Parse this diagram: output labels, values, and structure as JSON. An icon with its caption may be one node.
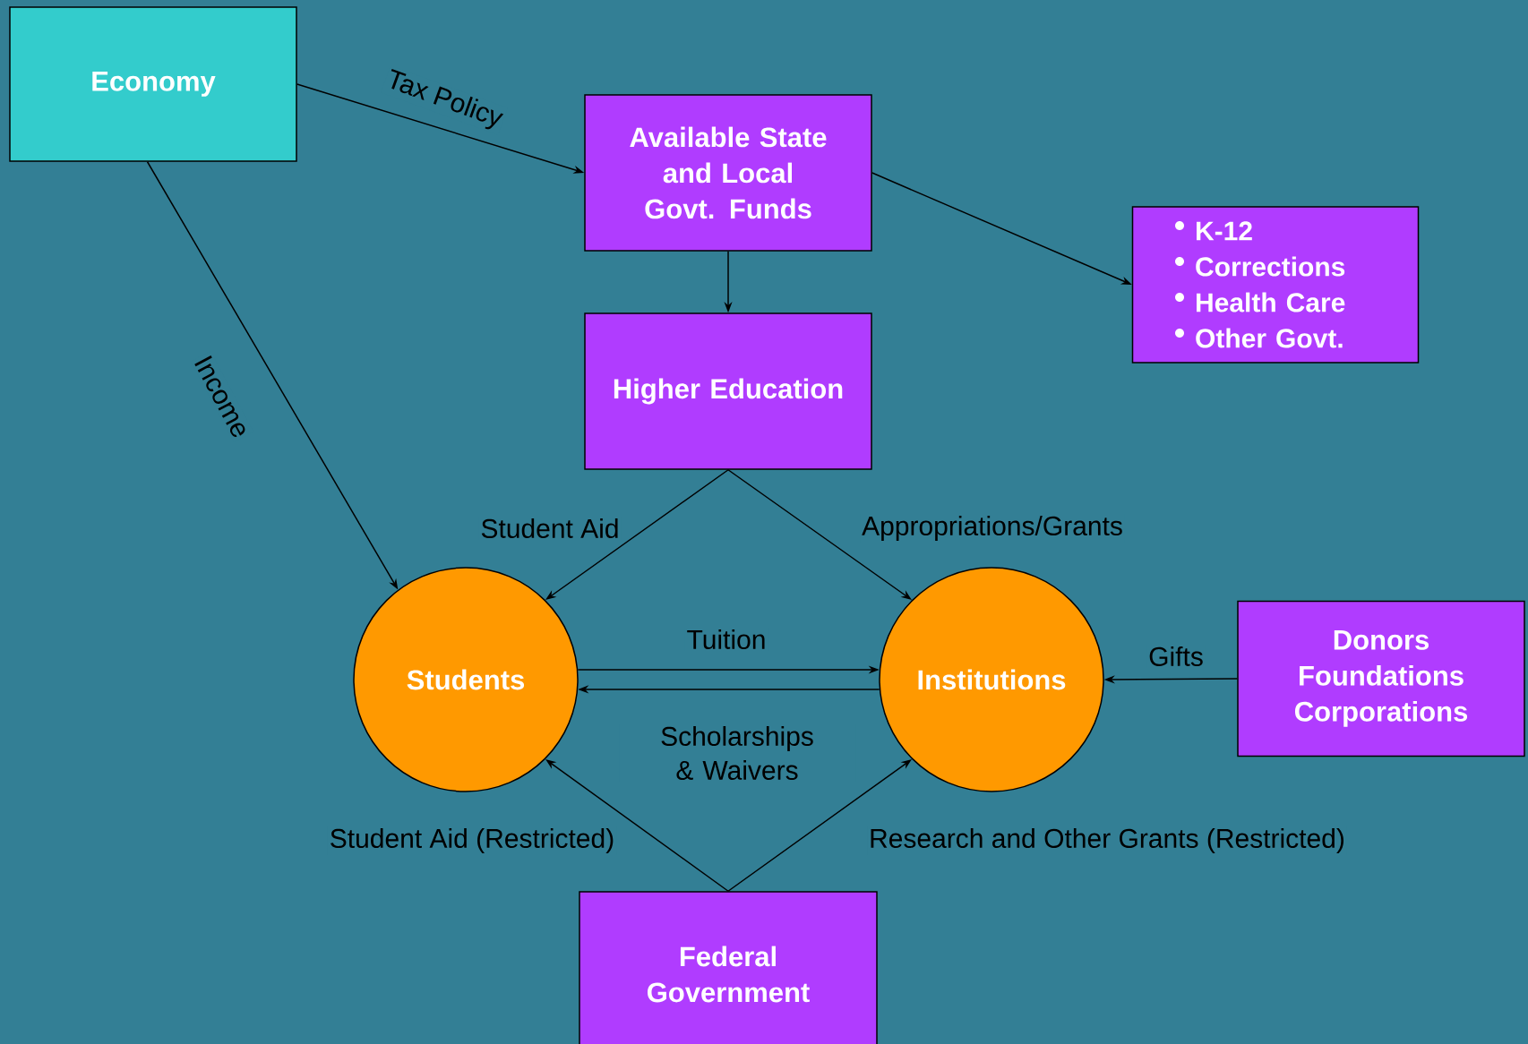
{
  "diagram": {
    "nodes": [
      {
        "text": [
          "Economy"
        ]
      },
      {
        "text": [
          "Available State and Local Govt. Funds"
        ]
      },
      {
        "text": [
          "K-12",
          "Corrections",
          "Health Care",
          "Other Govt."
        ]
      },
      {
        "text": [
          "Higher Education"
        ]
      },
      {
        "text": [
          "Students"
        ]
      },
      {
        "text": [
          "Institutions"
        ]
      },
      {
        "text": [
          "Donors Foundations Corporations"
        ]
      },
      {
        "text": [
          "Federal Government"
        ]
      }
    ],
    "edges": [
      {
        "from": 0,
        "to": 1,
        "arrow": "to",
        "label": "Tax Policy"
      },
      {
        "from": 0,
        "to": 4,
        "arrow": "to",
        "label": "Income"
      },
      {
        "from": 1,
        "to": 3,
        "arrow": "to"
      },
      {
        "from": 1,
        "to": 2,
        "arrow": "to"
      },
      {
        "from": 3,
        "to": 4,
        "arrow": "to",
        "label": "Student Aid"
      },
      {
        "from": 3,
        "to": 5,
        "arrow": "to",
        "label": "Appropriations/Grants"
      },
      {
        "from": 4,
        "to": 5,
        "arrow": "to",
        "label": "Tuition"
      },
      {
        "from": 5,
        "to": 4,
        "arrow": "to",
        "label": "Scholarships & Waivers"
      },
      {
        "from": 6,
        "to": 5,
        "arrow": "to",
        "label": "Gifts"
      },
      {
        "from": 7,
        "to": 4,
        "arrow": "to",
        "label": "Student Aid (Restricted)"
      },
      {
        "from": 7,
        "to": 5,
        "arrow": "to",
        "label": "Research and Other Grants (Restricted)"
      }
    ]
  }
}
